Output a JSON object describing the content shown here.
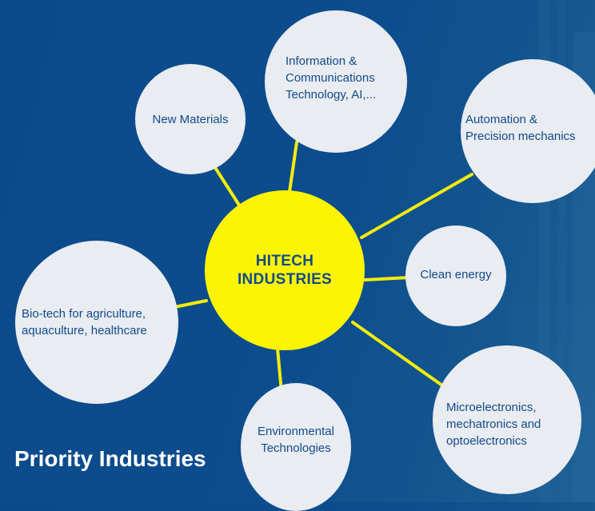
{
  "title": "Priority Industries",
  "center": {
    "line1": "HITECH",
    "line2": "INDUSTRIES",
    "color": "#fbf404"
  },
  "nodes": [
    {
      "id": "new-materials",
      "label": "New Materials"
    },
    {
      "id": "ict",
      "label": "Information &\nCommunications\nTechnology, AI,..."
    },
    {
      "id": "automation",
      "label": "Automation &\nPrecision mechanics"
    },
    {
      "id": "clean-energy",
      "label": "Clean energy"
    },
    {
      "id": "microelectronics",
      "label": "Microelectronics,\nmechatronics and\noptoelectronics"
    },
    {
      "id": "environmental",
      "label": "Environmental\nTechnologies"
    },
    {
      "id": "biotech",
      "label": "Bio-tech for agriculture,\naquaculture, healthcare"
    }
  ],
  "colors": {
    "background": "#0c4d8e",
    "connector": "#f5ec0a",
    "node_fill": "#e9ecf0",
    "text": "#124a8c"
  }
}
